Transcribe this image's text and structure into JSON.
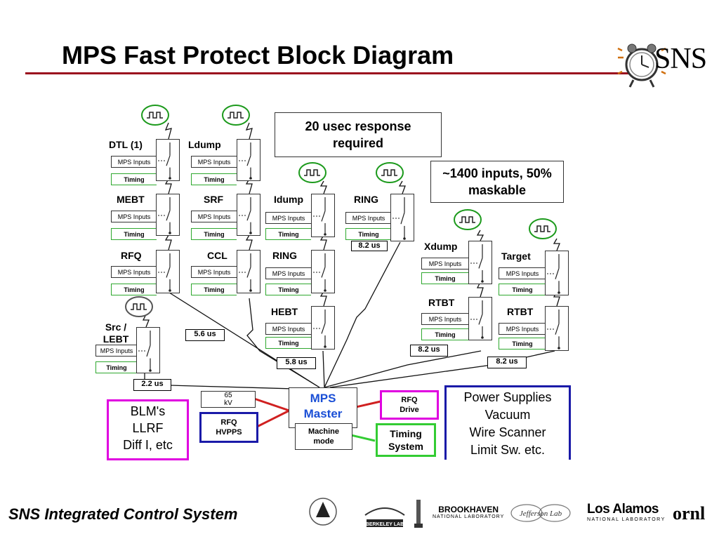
{
  "slide": {
    "title": "MPS Fast Protect Block Diagram",
    "footer": "SNS Integrated Control System",
    "logo_text": "SNS"
  },
  "callouts": {
    "response": "20 usec response required",
    "inputs": "~1400 inputs, 50% maskable"
  },
  "common": {
    "mps_inputs": "MPS Inputs",
    "timing": "Timing"
  },
  "modules": [
    {
      "label": "DTL (1)"
    },
    {
      "label": "MEBT"
    },
    {
      "label": "RFQ"
    },
    {
      "label": "Ldump"
    },
    {
      "label": "SRF"
    },
    {
      "label": "CCL"
    },
    {
      "label": "Idump"
    },
    {
      "label": "RING"
    },
    {
      "label": "HEBT"
    },
    {
      "label": "RING"
    },
    {
      "label": "Xdump"
    },
    {
      "label": "RTBT"
    },
    {
      "label": "Target"
    },
    {
      "label": "RTBT"
    },
    {
      "label": "Src / LEBT"
    }
  ],
  "latencies": {
    "src": "2.2 us",
    "linac": "5.6 us",
    "hebt": "5.8 us",
    "ring": "8.2 us",
    "rtbt": "8.2 us",
    "target": "8.2 us"
  },
  "master": {
    "label": "MPS Master",
    "machine_mode": "Machine mode",
    "timing_system": "Timing System",
    "rfq_drive": "RFQ Drive",
    "rfq_hvpps": "RFQ HVPPS",
    "kv65": "65 kV"
  },
  "inputs_left": [
    "BLM's",
    "LLRF",
    "Diff I, etc"
  ],
  "inputs_right": [
    "Power Supplies",
    "Vacuum",
    "Wire Scanner",
    "Limit Sw. etc."
  ],
  "partner_logos": {
    "brookhaven": "BROOKHAVEN",
    "brookhaven_sub": "NATIONAL LABORATORY",
    "berkeley": "BERKELEY LAB",
    "jlab": "Jefferson Lab",
    "losalamos": "Los Alamos",
    "losalamos_sub": "NATIONAL LABORATORY",
    "ornl": "ornl"
  },
  "colors": {
    "title_rule": "#9b0e1e",
    "timing_green": "#2ea82e",
    "box_magenta": "#e000e0",
    "box_blue": "#1a1aa8",
    "master_text": "#1a4fd6",
    "link_red": "#d02020"
  }
}
